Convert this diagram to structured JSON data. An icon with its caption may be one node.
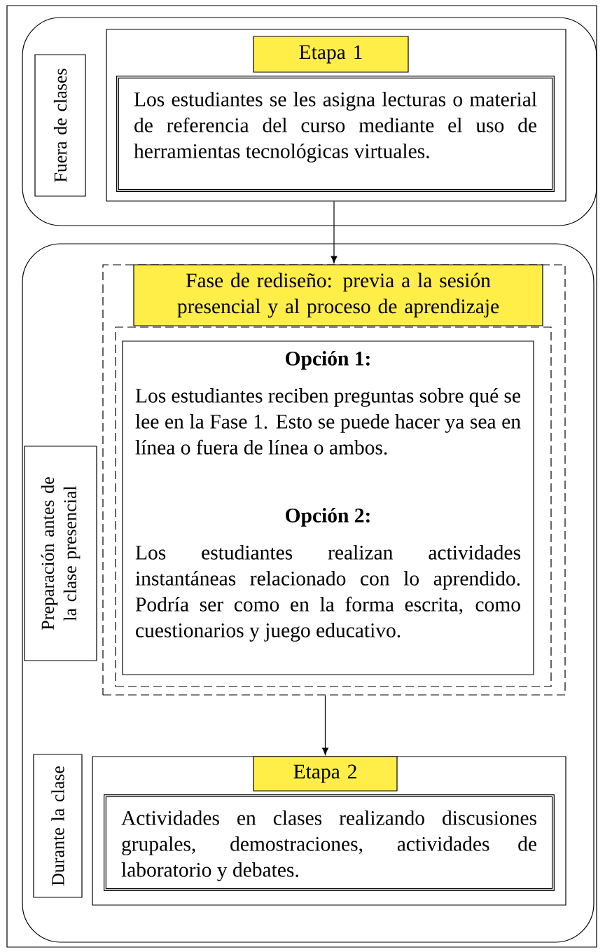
{
  "diagram": {
    "nodes": [
      {
        "text": [],
        "shape": "box"
      },
      {
        "text": [
          "Fuera de clases"
        ],
        "in": 0
      },
      {
        "text": [],
        "shape": "box",
        "in": 0
      },
      {
        "text": [
          "Etapa 1"
        ],
        "in": 2
      },
      {
        "text": [
          "Los estudiantes se les asigna lecturas o material de referencia del curso mediante el uso de herramientas tecnológicas virtuales."
        ],
        "in": 2
      },
      {
        "text": [],
        "shape": "box"
      },
      {
        "text": [
          "Preparación antes de la clase presencial"
        ],
        "in": 5
      },
      {
        "text": [],
        "shape": "box",
        "in": 5
      },
      {
        "text": [
          "Fase de rediseño: previa a la sesión presencial y al proceso de aprendizaje"
        ],
        "in": 7
      },
      {
        "text": [],
        "shape": "box",
        "in": 7
      },
      {
        "text": [
          "Opción 1:",
          "Los estudiantes reciben preguntas sobre qué se lee en la Fase 1. Esto se puede hacer ya sea en línea o fuera de línea o ambos.",
          "Opción 2:",
          "Los estudiantes realizan actividades instantáneas relacionado con lo aprendido. Podría ser como en la forma escrita, como cuestionarios y juego educativo."
        ],
        "in": 9
      },
      {
        "text": [
          "Durante la clase"
        ],
        "in": 5
      },
      {
        "text": [],
        "shape": "box",
        "in": 5
      },
      {
        "text": [
          "Etapa 2"
        ],
        "in": 12
      },
      {
        "text": [
          "Actividades en clases realizando discusiones grupales, demostraciones, actividades de laboratorio y debates."
        ],
        "in": 12
      }
    ],
    "edges": [
      {
        "from": 2,
        "to": 7,
        "arrow": "to"
      },
      {
        "from": 7,
        "to": 13,
        "arrow": "to"
      }
    ]
  }
}
